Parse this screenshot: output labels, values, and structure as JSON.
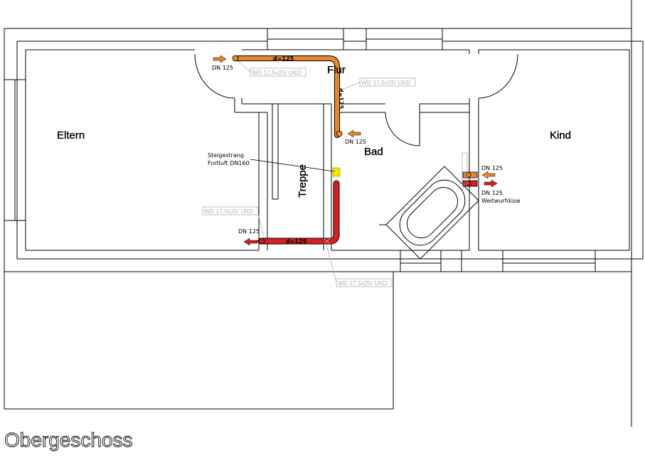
{
  "drawing": {
    "floor_title": "Obergeschoss",
    "rooms": {
      "eltern": "Eltern",
      "flur": "Flur",
      "bad": "Bad",
      "kind": "Kind",
      "treppe": "Treppe"
    },
    "riser": {
      "line1": "Steigestrang",
      "line2": "Fortluft DN160"
    },
    "ducts": {
      "top_label": "d=125",
      "vertical_label": "d=125",
      "bottom_label": "d=125"
    },
    "outlets": {
      "top_left": "DN 125",
      "flur": "DN 125",
      "bottom_left": "DN 125",
      "kind_upper": "DN 125",
      "kind_lower": "DN 125",
      "kind_nozzle": "Weitwurfdüse"
    },
    "wall_ducts": {
      "wd1": "WD 17,5x25/ UKD",
      "wd2": "WD 17,5x25/ UKD",
      "wd3": "WD 17,5x25/ UKD",
      "wd4": "WD 17,5x25/ UKD"
    },
    "colors": {
      "supply": "#e8872c",
      "exhaust": "#d81e1e",
      "riser": "#f2e600",
      "leader": "#b0b0b0"
    }
  }
}
